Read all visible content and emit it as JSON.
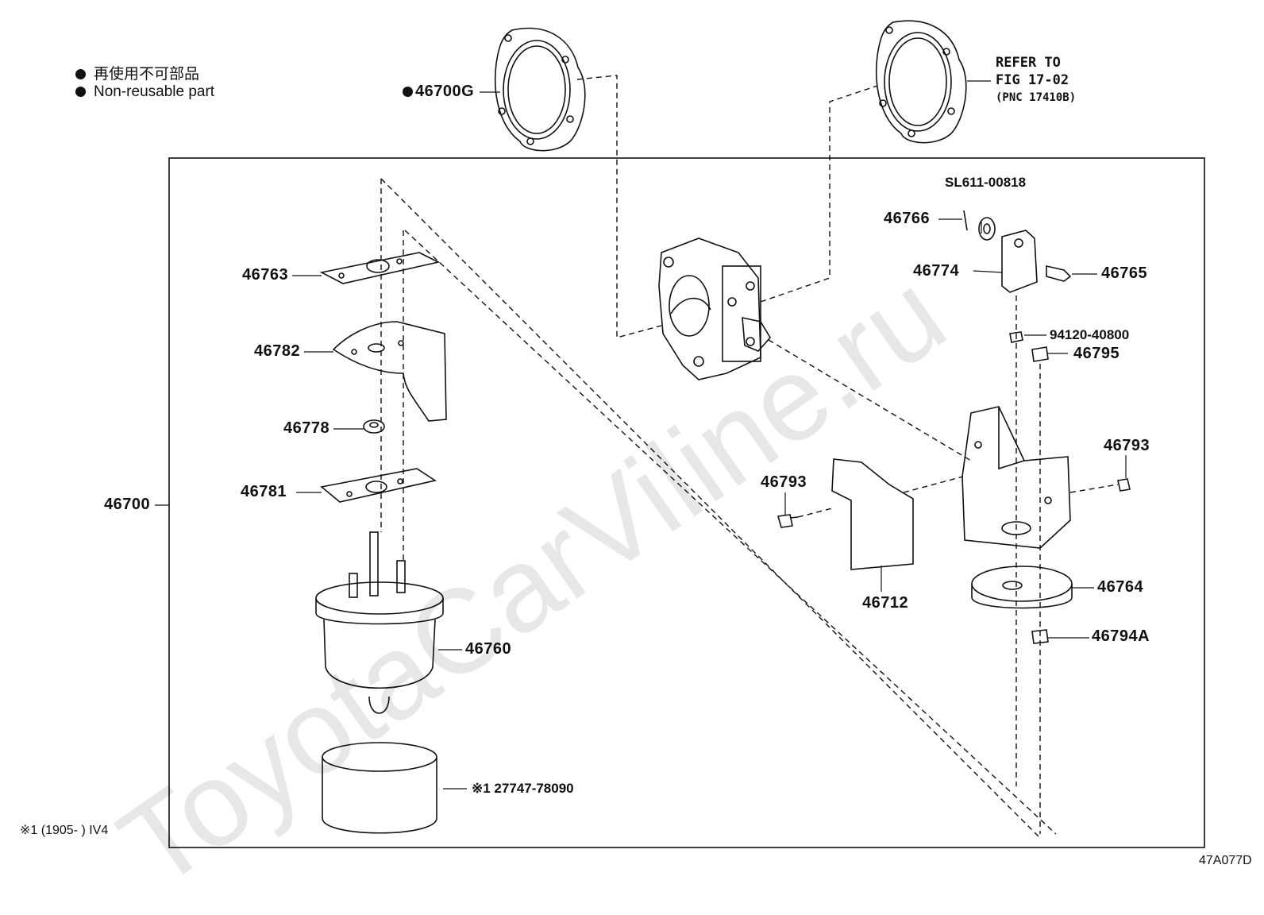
{
  "legend": {
    "line_jp": "再使用不可部品",
    "line_en": "Non-reusable part"
  },
  "reference": {
    "line1": "REFER TO",
    "line2": "FIG 17-02",
    "line3": "(PNC 17410B)"
  },
  "parts": {
    "p46700G": "46700G",
    "p46700": "46700",
    "p46763": "46763",
    "p46782": "46782",
    "p46778": "46778",
    "p46781": "46781",
    "p46760": "46760",
    "p27747": "※1 27747-78090",
    "pSL611": "SL611-00818",
    "p46766": "46766",
    "p46774": "46774",
    "p46765": "46765",
    "p94120": "94120-40800",
    "p46795": "46795",
    "p46793a": "46793",
    "p46793b": "46793",
    "p46712": "46712",
    "p46764": "46764",
    "p46794A": "46794A"
  },
  "footnote": "※1 (1905-        ) IV4",
  "figure_code": "47A077D",
  "watermark": "ToyotaCarViline.ru"
}
